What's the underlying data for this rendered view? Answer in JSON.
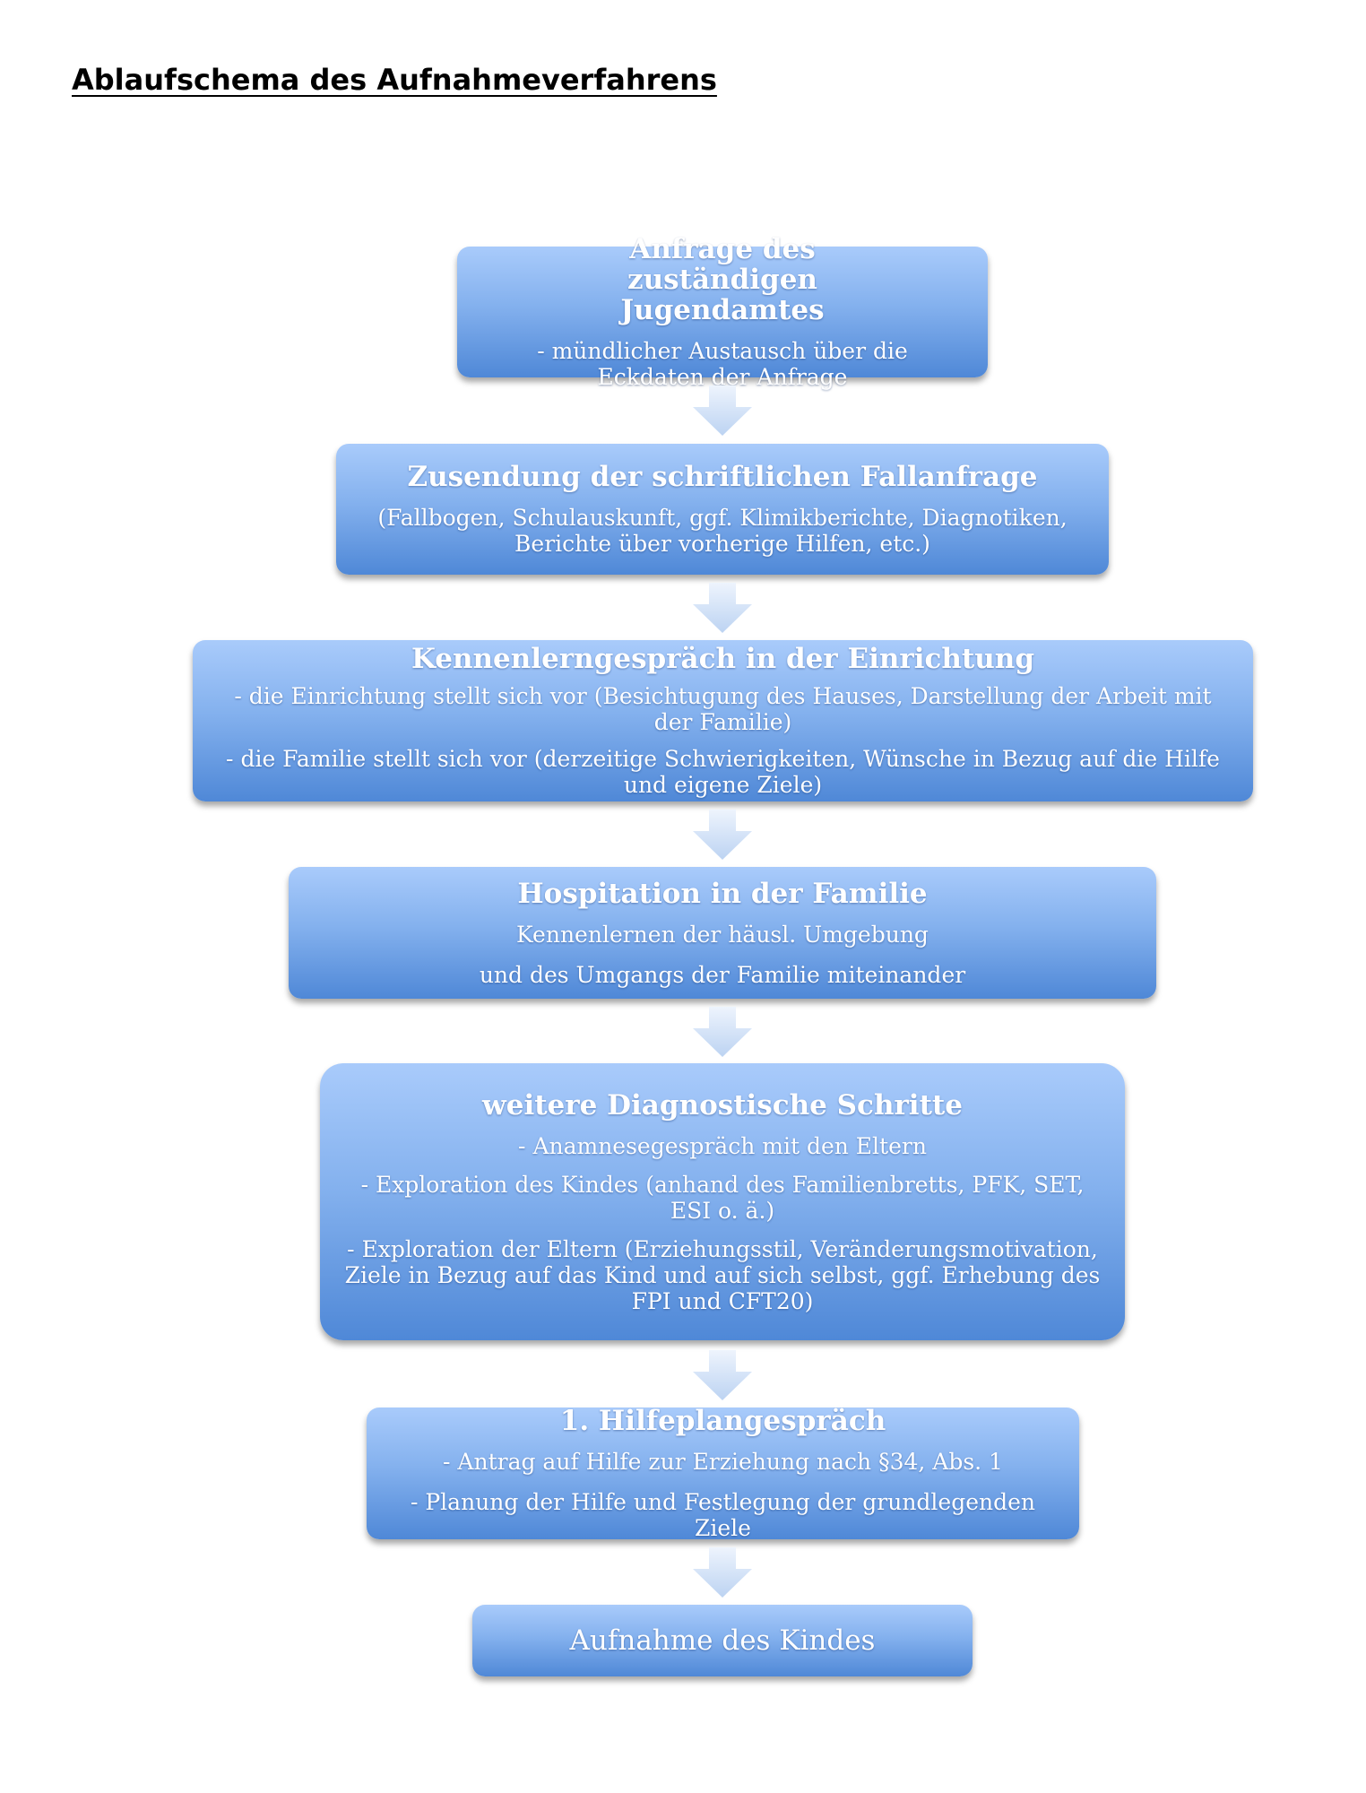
{
  "title": "Ablaufschema des Aufnahmeverfahrens",
  "steps": [
    {
      "title": "Anfrage des zuständigen Jugendamtes",
      "lines": [
        "- mündlicher Austausch über die Eckdaten der Anfrage"
      ]
    },
    {
      "title": "Zusendung der schriftlichen Fallanfrage",
      "lines": [
        "(Fallbogen, Schulauskunft, ggf. Klimikberichte, Diagnotiken, Berichte über vorherige Hilfen, etc.)"
      ]
    },
    {
      "title": "Kennenlerngespräch in der Einrichtung",
      "lines": [
        "- die Einrichtung stellt sich vor (Besichtugung des Hauses, Darstellung der Arbeit mit der Familie)",
        "- die Familie stellt sich vor (derzeitige Schwierigkeiten, Wünsche in Bezug auf die Hilfe und eigene Ziele)"
      ]
    },
    {
      "title": "Hospitation in der Familie",
      "lines": [
        "Kennenlernen der häusl. Umgebung",
        "und des Umgangs der Familie miteinander"
      ]
    },
    {
      "title": "weitere Diagnostische Schritte",
      "lines": [
        "- Anamnesegespräch mit den Eltern",
        "- Exploration des Kindes (anhand des Familienbretts, PFK, SET, ESI o. ä.)",
        "- Exploration der Eltern (Erziehungsstil, Veränderungsmotivation, Ziele in Bezug auf das Kind und auf sich selbst, ggf. Erhebung des FPI und CFT20)"
      ]
    },
    {
      "title": "1. Hilfeplangespräch",
      "lines": [
        "- Antrag auf Hilfe zur Erziehung nach §34, Abs. 1",
        "- Planung der Hilfe und Festlegung der grundlegenden Ziele"
      ]
    },
    {
      "title": "Aufnahme des Kindes",
      "lines": []
    }
  ]
}
